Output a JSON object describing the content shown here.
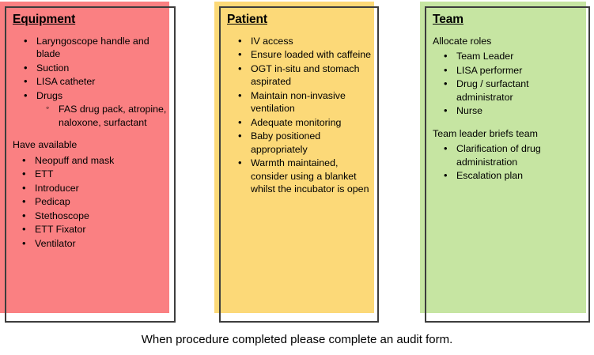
{
  "colors": {
    "equipment_fill": "#FA8082",
    "patient_fill": "#FCD978",
    "team_fill": "#C6E5A2",
    "outline": "#3D3D3D",
    "page_background": "#FFFFFF",
    "text": "#000000"
  },
  "panels": [
    {
      "id": "equipment",
      "title": "Equipment",
      "blocks": [
        {
          "type": "bullets",
          "items": [
            "Laryngoscope handle and blade",
            "Suction",
            "LISA catheter",
            "Drugs"
          ]
        },
        {
          "type": "subbullets",
          "items": [
            "FAS drug pack, atropine, naloxone, surfactant"
          ]
        },
        {
          "type": "label",
          "text": "Have available"
        },
        {
          "type": "bullets",
          "items": [
            "Neopuff and mask",
            "ETT",
            "Introducer",
            "Pedicap",
            "Stethoscope",
            "ETT Fixator",
            "Ventilator"
          ]
        }
      ]
    },
    {
      "id": "patient",
      "title": "Patient",
      "blocks": [
        {
          "type": "bullets",
          "items": [
            "IV access",
            "Ensure loaded with caffeine",
            "OGT in-situ and stomach aspirated",
            "Maintain non-invasive ventilation",
            "Adequate monitoring",
            "Baby positioned appropriately",
            "Warmth maintained, consider using a blanket whilst the incubator is open"
          ]
        }
      ]
    },
    {
      "id": "team",
      "title": "Team",
      "blocks": [
        {
          "type": "label",
          "text": "Allocate roles"
        },
        {
          "type": "bullets",
          "items": [
            "Team Leader",
            "LISA performer",
            "Drug / surfactant administrator",
            "Nurse"
          ]
        },
        {
          "type": "label",
          "text": "Team leader briefs team"
        },
        {
          "type": "bullets",
          "items": [
            "Clarification of drug administration",
            "Escalation plan"
          ]
        }
      ]
    }
  ],
  "footer": {
    "note": "When procedure completed please complete an audit form."
  }
}
